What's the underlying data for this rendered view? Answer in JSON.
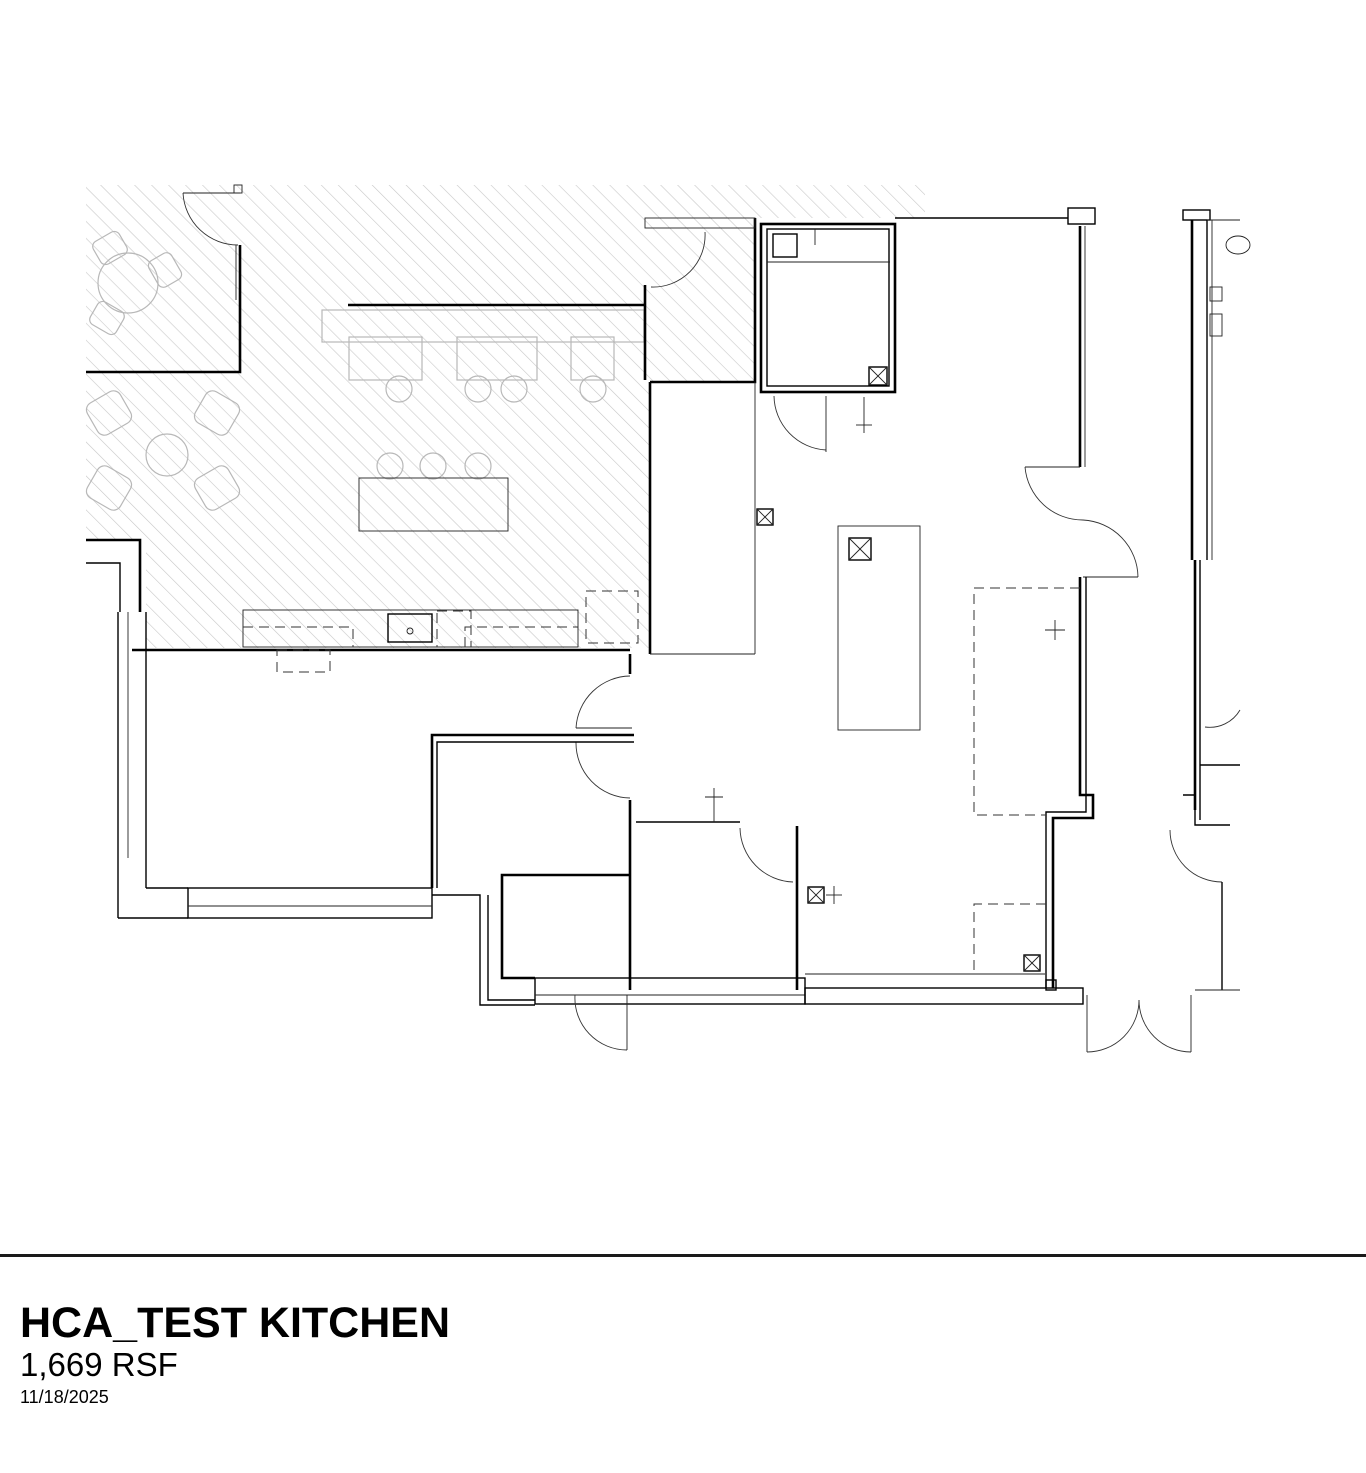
{
  "drawing": {
    "type": "architectural floor plan",
    "hatched_area": "lounge / dining zone (existing, hatched)",
    "colors": {
      "wall": "#000000",
      "hatch": "#c8c8c8",
      "furniture": "#b8b8b8",
      "background": "#ffffff"
    }
  },
  "title_block": {
    "project_name": "HCA_TEST KITCHEN",
    "area": "1,669 RSF",
    "date": "11/18/2025"
  }
}
